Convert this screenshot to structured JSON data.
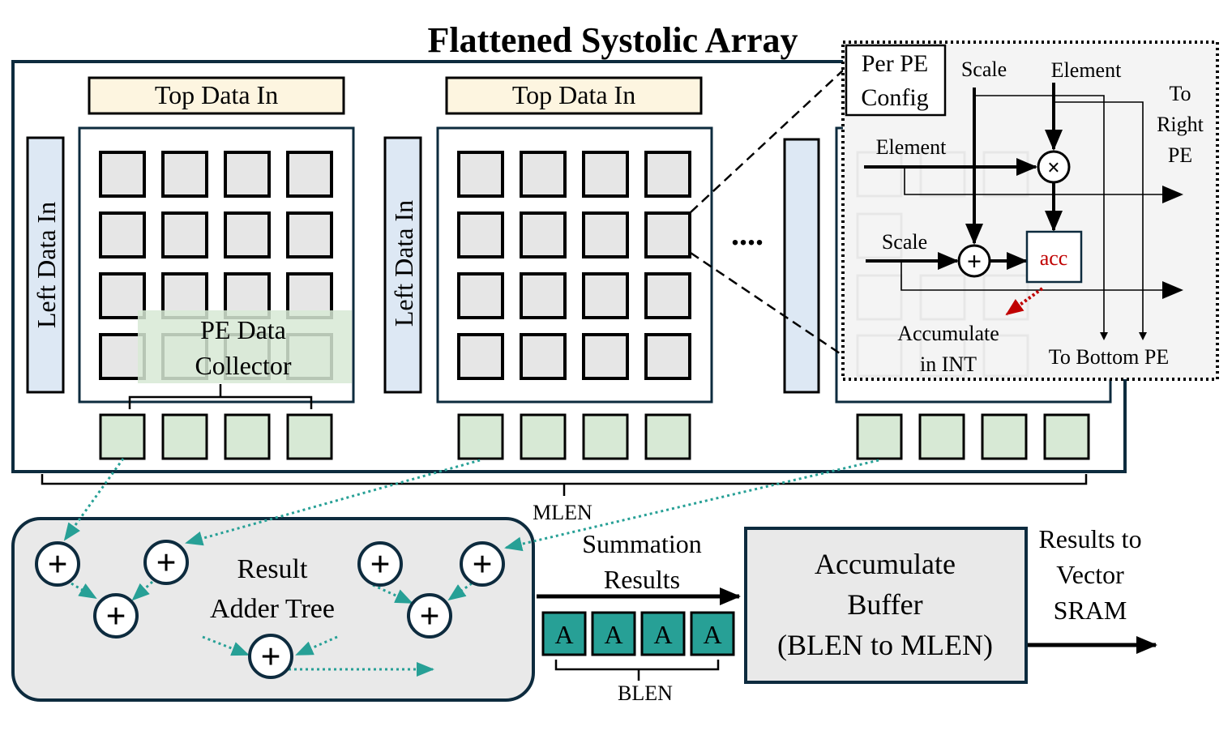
{
  "title": "Flattened Systolic Array",
  "array": {
    "top_data_in": "Top Data In",
    "left_data_in": "Left Data In",
    "pe_data_collector_line1": "PE Data",
    "pe_data_collector_line2": "Collector",
    "ellipsis": "....",
    "mlen": "MLEN"
  },
  "pe_config": {
    "title_line1": "Per PE",
    "title_line2": "Config",
    "scale_top": "Scale",
    "element_top": "Element",
    "element_left": "Element",
    "scale_left": "Scale",
    "multiply_symbol": "×",
    "add_symbol": "+",
    "acc": "acc",
    "accumulate_line1": "Accumulate",
    "accumulate_line2": "in INT",
    "to_right_line1": "To",
    "to_right_line2": "Right",
    "to_right_line3": "PE",
    "to_bottom": "To Bottom PE"
  },
  "adder_tree": {
    "label_line1": "Result",
    "label_line2": "Adder Tree",
    "plus_symbol": "+"
  },
  "summation": {
    "line1": "Summation",
    "line2": "Results",
    "a_label": "A",
    "blen": "BLEN"
  },
  "accumulate_buffer": {
    "line1": "Accumulate",
    "line2": "Buffer",
    "line3": "(BLEN to MLEN)"
  },
  "results": {
    "line1": "Results to",
    "line2": "Vector",
    "line3": "SRAM"
  },
  "colors": {
    "navy": "#0d2b3e",
    "top_in_fill": "#fdf5e0",
    "left_in_fill": "#dde8f4",
    "pe_fill": "#e6e6e6",
    "collector_fill": "#d7e9d5",
    "teal": "#27a096",
    "panel_grey": "#e9e9e9",
    "acc_red": "#c00000"
  }
}
